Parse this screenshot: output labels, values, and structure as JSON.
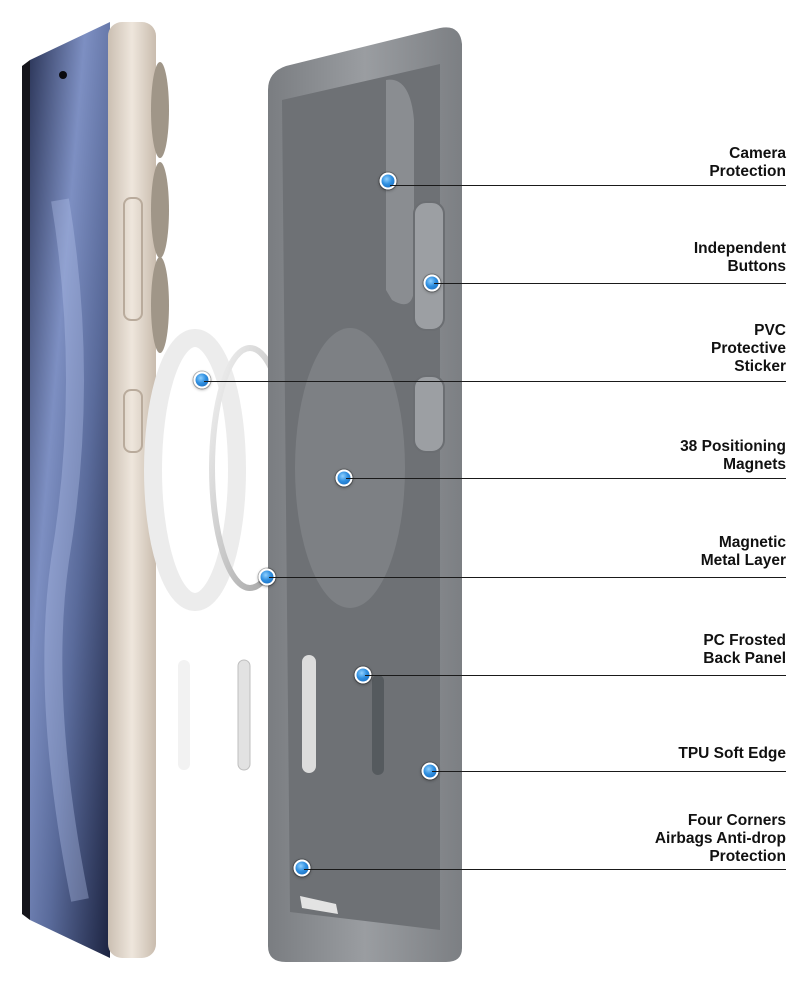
{
  "colors": {
    "case_gray": "#8a8d91",
    "case_inner": "#6f7276",
    "phone_frame": "#d9cfc4",
    "screen_blue": "#5d6f9c",
    "accent_dot": "#2f8fe0",
    "leader_line": "#1a1a1a"
  },
  "callouts": [
    {
      "label": "Camera\nProtection"
    },
    {
      "label": "Independent\nButtons"
    },
    {
      "label": "PVC \nProtective\nSticker"
    },
    {
      "label": "38 Positioning\nMagnets"
    },
    {
      "label": "Magnetic\nMetal Layer"
    },
    {
      "label": "PC Frosted\nBack Panel"
    },
    {
      "label": "TPU Soft Edge"
    },
    {
      "label": "Four Corners\nAirbags Anti-drop\nProtection"
    }
  ]
}
